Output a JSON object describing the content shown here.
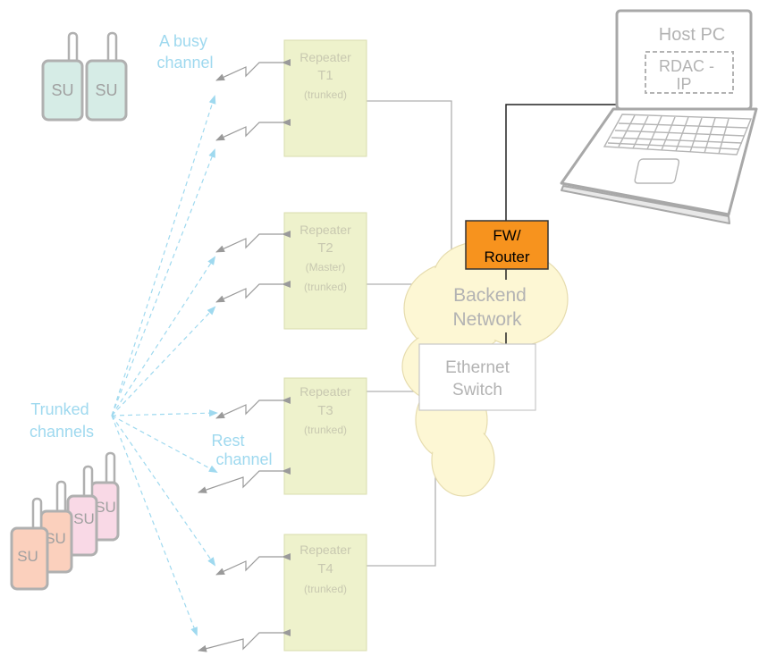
{
  "busy_channel": {
    "line1": "A busy",
    "line2": "channel"
  },
  "trunked_channels": {
    "line1": "Trunked",
    "line2": "channels"
  },
  "rest_channel": {
    "line1": "Rest",
    "line2": "channel"
  },
  "su_label": "SU",
  "repeaters": [
    {
      "title": "Repeater",
      "id": "T1",
      "role": "",
      "mode": "(trunked)"
    },
    {
      "title": "Repeater",
      "id": "T2",
      "role": "(Master)",
      "mode": "(trunked)"
    },
    {
      "title": "Repeater",
      "id": "T3",
      "role": "",
      "mode": "(trunked)"
    },
    {
      "title": "Repeater",
      "id": "T4",
      "role": "",
      "mode": "(trunked)"
    }
  ],
  "router": {
    "line1": "FW/",
    "line2": "Router"
  },
  "backend": {
    "line1": "Backend",
    "line2": "Network"
  },
  "switch": {
    "line1": "Ethernet",
    "line2": "Switch"
  },
  "host": {
    "title": "Host PC",
    "rdac1": "RDAC -",
    "rdac2": "IP"
  },
  "colors": {
    "repeater_fill": "#eef2cc",
    "repeater_border": "#d8dcae",
    "router_fill": "#f7931e",
    "cloud_fill": "#fdf7d4",
    "cyan": "#9fd9ef",
    "su_green": "#d6ece6",
    "su_pink": "#f9d9e6",
    "su_orange": "#fbd0bd"
  }
}
